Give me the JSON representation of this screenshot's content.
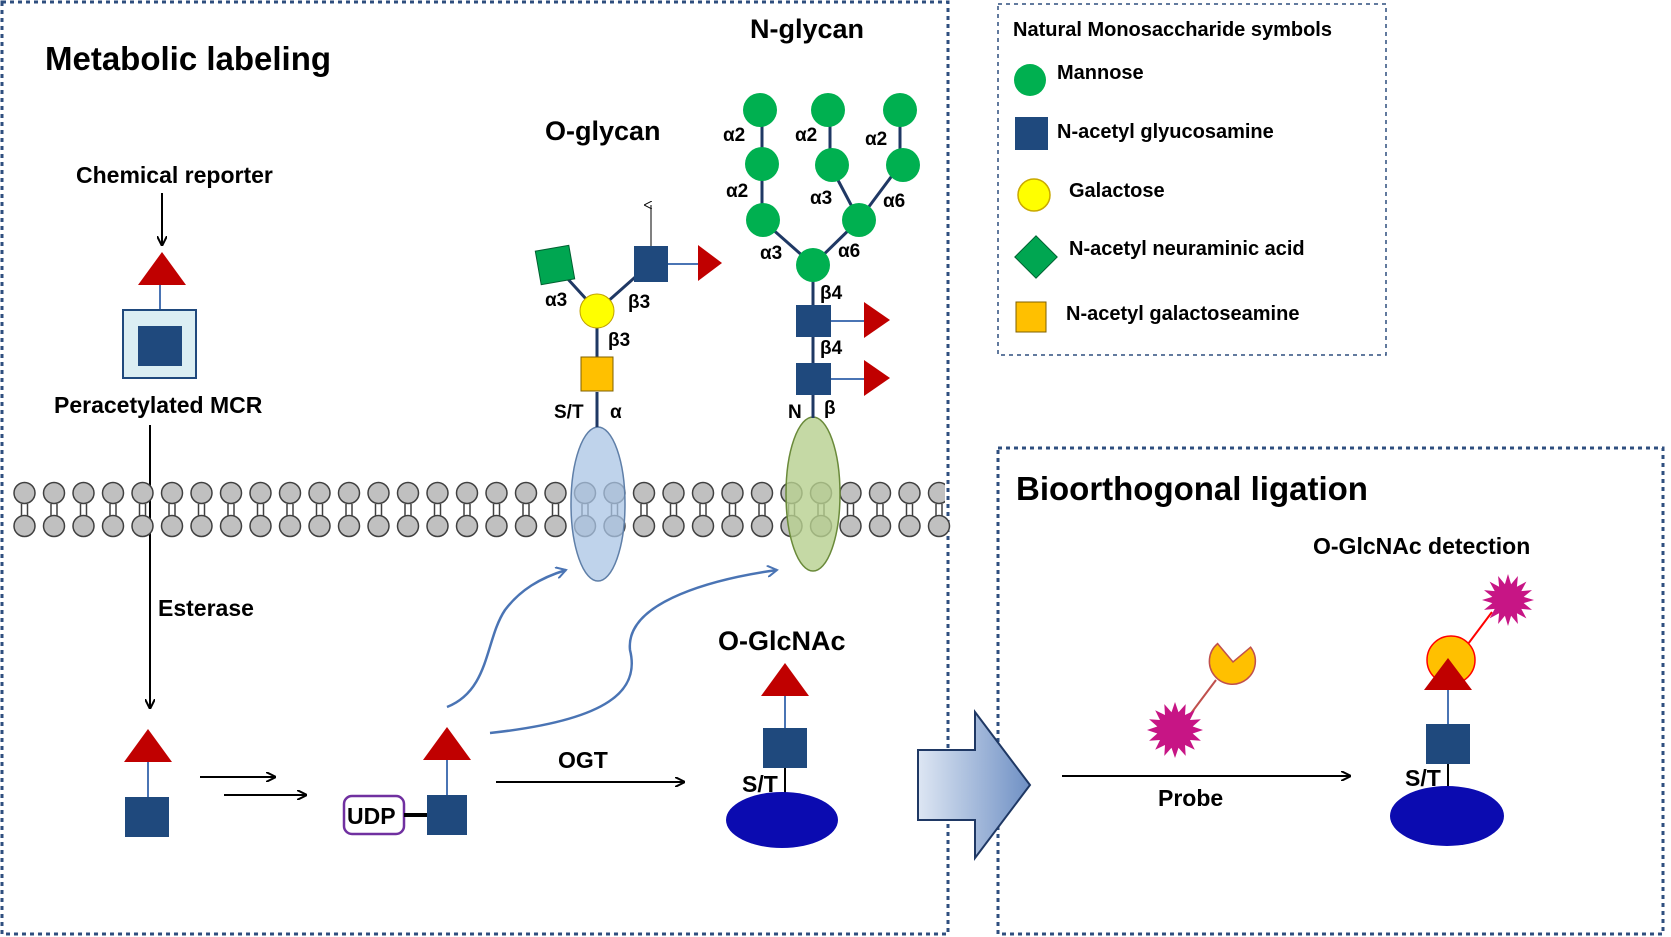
{
  "main_panel": {
    "title": "Metabolic labeling",
    "chemical_reporter": "Chemical reporter",
    "peracetylated_mcr": "Peracetylated MCR",
    "esterase": "Esterase",
    "o_glycan": "O-glycan",
    "n_glycan": "N-glycan",
    "o_glcnac": "O-GlcNAc",
    "udp": "UDP",
    "ogt": "OGT",
    "st_label": "S/T",
    "n_label": "N",
    "o_glycan_linkages": {
      "a3": "α3",
      "b3_top": "β3",
      "b3_core": "β3",
      "alpha": "α"
    },
    "n_glycan_linkages": {
      "a2_1": "α2",
      "a2_2": "α2",
      "a2_3": "α2",
      "a2_4": "α2",
      "a3_branch": "α3",
      "a6_branch": "α6",
      "a3_core": "α3",
      "a6_core": "α6",
      "b4_1": "β4",
      "b4_2": "β4",
      "beta": "β"
    }
  },
  "legend": {
    "title": "Natural Monosaccharide symbols",
    "items": [
      {
        "label": "Mannose",
        "shape": "circle",
        "color": "#00b050"
      },
      {
        "label": "N-acetyl glyucosamine",
        "shape": "square",
        "color": "#1f497d"
      },
      {
        "label": "Galactose",
        "shape": "circle",
        "color": "#ffff00"
      },
      {
        "label": "N-acetyl neuraminic acid",
        "shape": "diamond",
        "color": "#00a651"
      },
      {
        "label": "N-acetyl galactoseamine",
        "shape": "square",
        "color": "#ffc000"
      }
    ]
  },
  "bio_panel": {
    "title": "Bioorthogonal ligation",
    "detection": "O-GlcNAc detection",
    "probe": "Probe",
    "st_label": "S/T"
  },
  "colors": {
    "reporter_red": "#c00000",
    "glcnac_blue": "#1f497d",
    "mannose_green": "#00b050",
    "galactose_yellow": "#ffff00",
    "galnac_orange": "#ffc000",
    "probe_magenta": "#c71585",
    "protein_blue": "#0b0bb0",
    "udp_purple": "#7030a0"
  }
}
